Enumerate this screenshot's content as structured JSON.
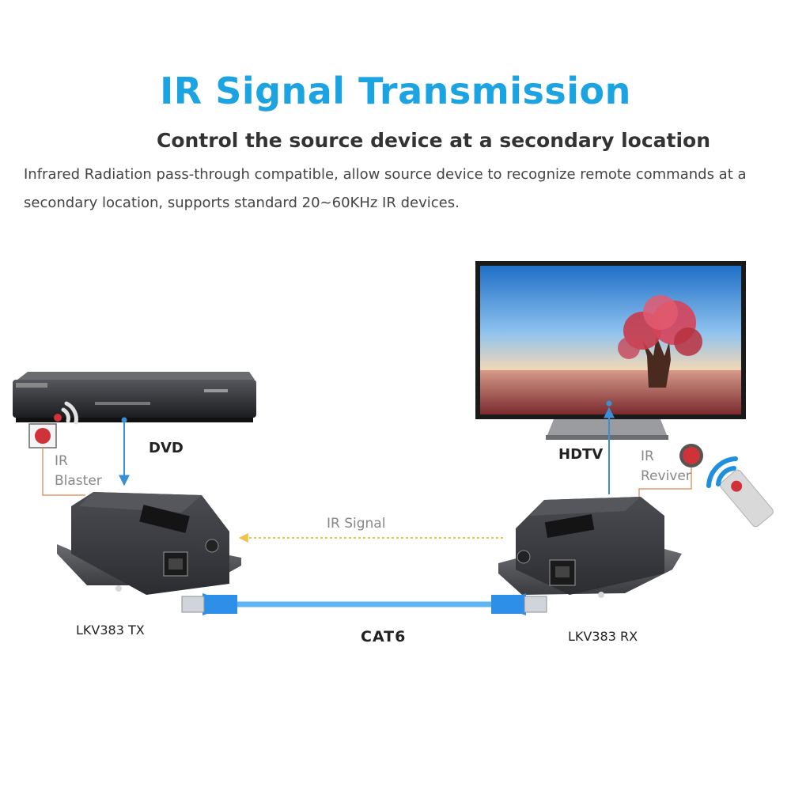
{
  "header": {
    "title": "IR Signal Transmission",
    "subtitle": "Control the source device at a secondary location",
    "description_line1": "Infrared Radiation pass-through compatible, allow source device to recognize remote commands at a",
    "description_line2": "secondary location, supports standard 20~60KHz IR devices."
  },
  "labels": {
    "dvd": "DVD",
    "hdtv": "HDTV",
    "ir_blaster_line1": "IR",
    "ir_blaster_line2": "Blaster",
    "ir_receiver_line1": "IR",
    "ir_receiver_line2": "Reviver",
    "ir_signal": "IR Signal",
    "tx": "LKV383 TX",
    "rx": "LKV383 RX",
    "cable": "CAT6"
  },
  "colors": {
    "title": "#1ba3e2",
    "arrow_blue": "#3a8fd6",
    "cable": "#5fb4f2",
    "ir_signal": "#f1c04a",
    "ir_wire": "#e39a6a",
    "ir_dot": "#cf3238",
    "device_body": "#3d3f44"
  }
}
